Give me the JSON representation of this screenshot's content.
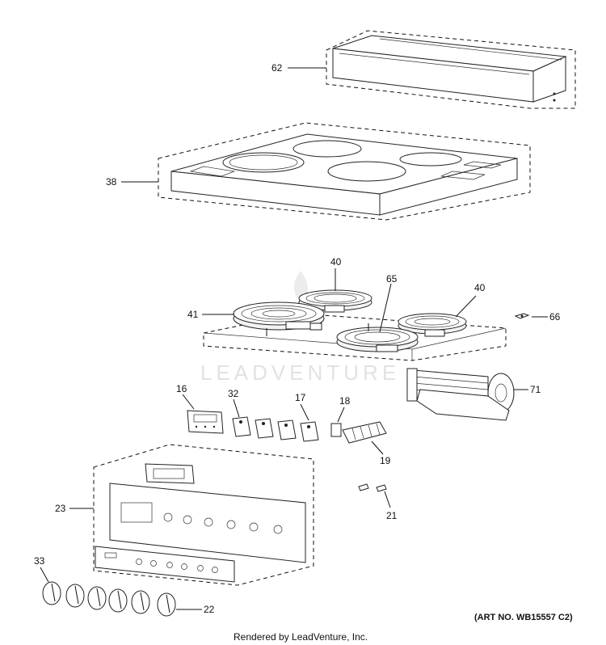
{
  "watermark": "LEADVENTURE",
  "art_number": "(ART NO. WB15557 C2)",
  "credit": "Rendered by LeadVenture, Inc.",
  "callouts": {
    "c62": "62",
    "c38": "38",
    "c40a": "40",
    "c40b": "40",
    "c65": "65",
    "c41": "41",
    "c66": "66",
    "c71": "71",
    "c16": "16",
    "c32": "32",
    "c17": "17",
    "c18": "18",
    "c19": "19",
    "c23": "23",
    "c21": "21",
    "c33": "33",
    "c22": "22"
  }
}
